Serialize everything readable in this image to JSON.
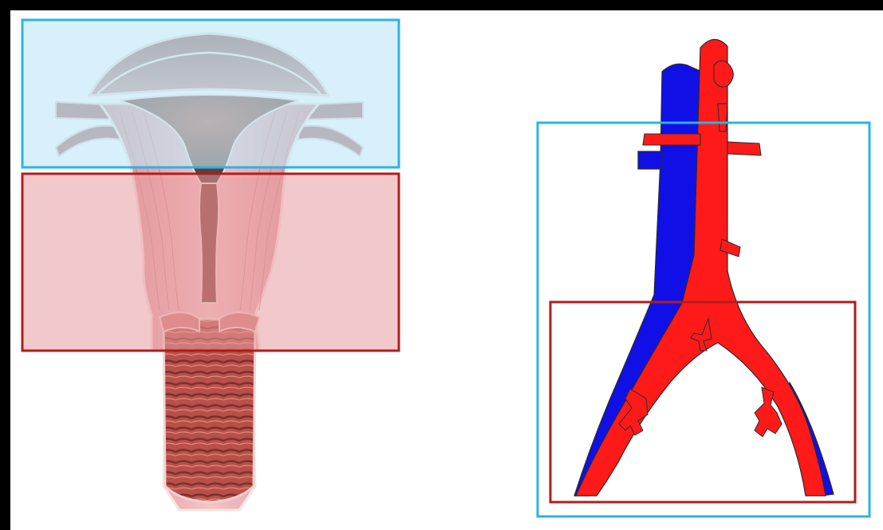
{
  "figure": {
    "frame_color": "#000000",
    "background_color": "#ffffff",
    "panels": [
      {
        "subject": "uterus-cervix-vagina-cross-section",
        "regions": [
          {
            "role": "upper",
            "outline_color": "#2bb3e6",
            "fill_color": "#bfe6f6"
          },
          {
            "role": "lower",
            "outline_color": "#b01e1e",
            "fill_color": "#eebec1"
          }
        ],
        "tissue_colors": {
          "muscle": "#e69a9d",
          "lining": "#b85a58",
          "canal": "#6e3a36"
        }
      },
      {
        "subject": "aorta-vena-cava-bifurcation",
        "regions": [
          {
            "role": "outer",
            "outline_color": "#2bb3e6"
          },
          {
            "role": "lower",
            "outline_color": "#b01e1e"
          }
        ],
        "vessel_colors": {
          "artery": "#ff1a1a",
          "vein": "#1010e6"
        }
      }
    ]
  }
}
